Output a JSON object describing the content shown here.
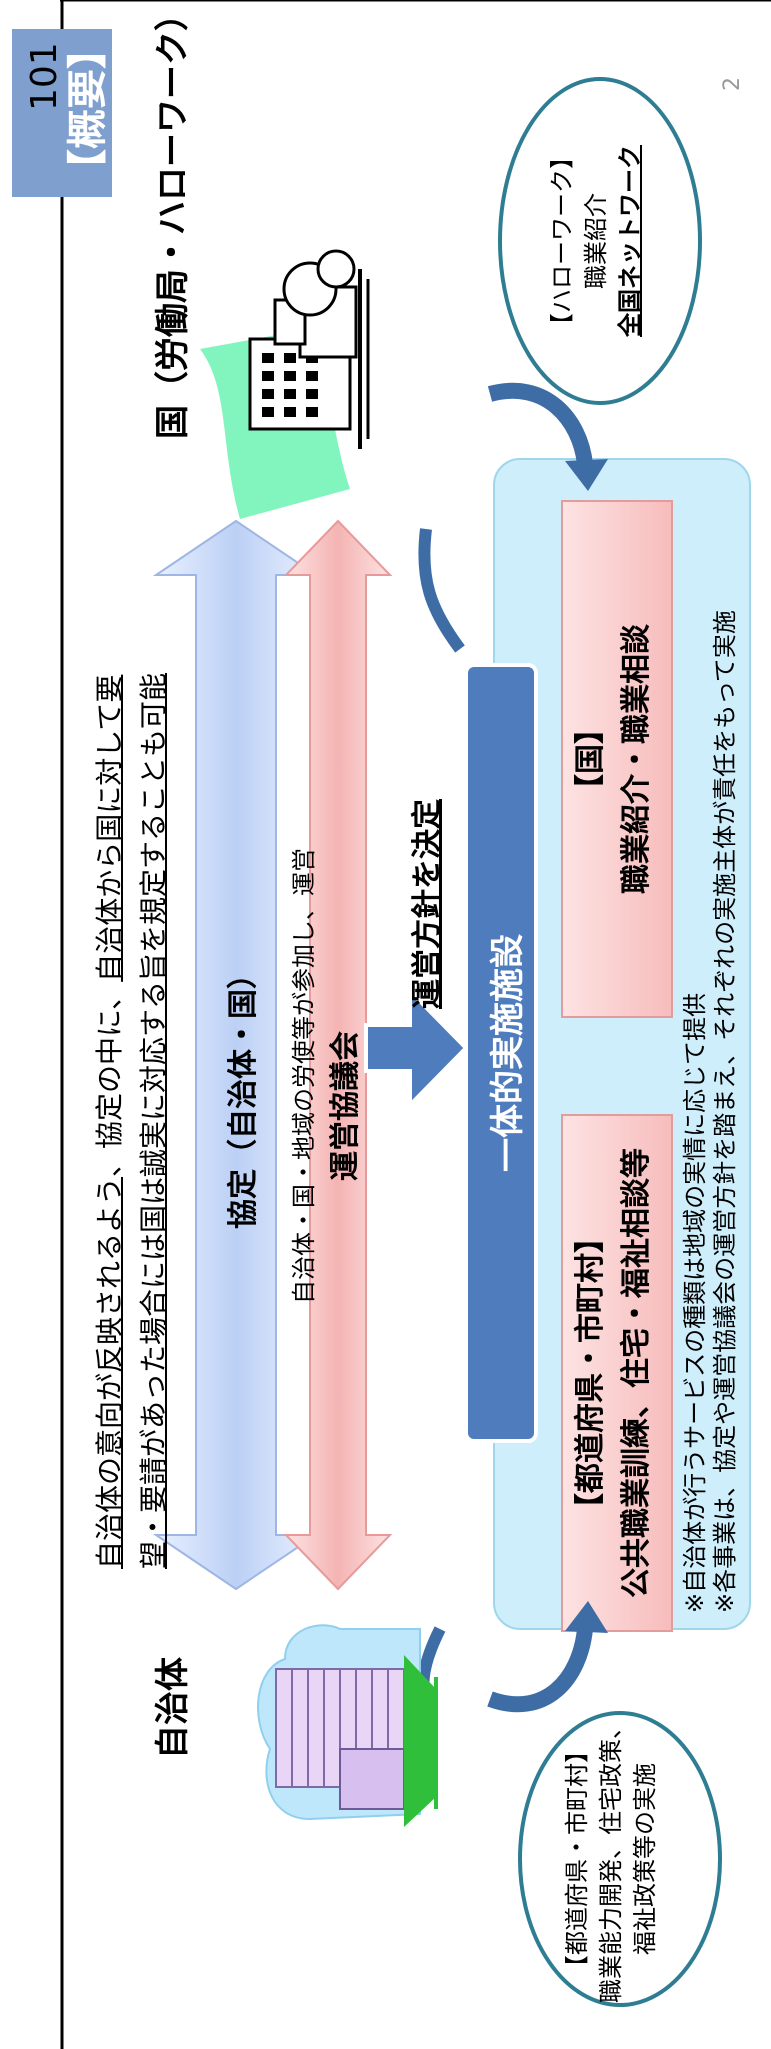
{
  "page_number_left": "101",
  "page_number_right": "2",
  "tag_label": "【概要】",
  "party_left_label": "自治体",
  "party_right_label": "国（労働局・ハローワーク）",
  "top_note": {
    "line1_a": "自治体の意向が反映されるよう",
    "line1_b": "、協定の中に、",
    "line1_c": "自治体から国に対して要",
    "line2_a": "望・要請があった場合には国は誠実に対応する旨を規定することも可能"
  },
  "agreement_label": "協定（自治体・国）",
  "council_note": "自治体・国・地域の労使等が参加し、運営",
  "council_label": "運営協議会",
  "policy_label": "運営方針を決定",
  "facility_label": "一体的実施施設",
  "pref_box": {
    "title": "【都道府県・市町村】",
    "body": "公共職業訓練、住宅・福祉相談等"
  },
  "nation_box": {
    "title": "【国】",
    "body": "職業紹介・職業相談"
  },
  "notes": [
    "※自治体が行うサービスの種類は地域の実情に応じて提供",
    "※各事業は、協定や運営協議会の運営方針を踏まえ、それぞれの実施主体が責任をもって実施"
  ],
  "left_ellipse": {
    "line1": "【都道府県・市町村】",
    "line2": "職業能力開発、住宅政策、",
    "line3": "福祉政策等の実施"
  },
  "right_ellipse": {
    "line1": "【ハローワーク】",
    "line2": "職業紹介",
    "line3": "全国ネットワーク"
  },
  "colors": {
    "tag_bg": "#7f9fcf",
    "blue_arrow": "#c9d9f7",
    "pink_arrow": "#f6c0bf",
    "facility": "#4f7cbd",
    "service_area": "#cdeefa",
    "service_box": "#fbd2d2",
    "ellipse_border": "#2e7d93",
    "curved_arrow": "#3e6da6"
  }
}
